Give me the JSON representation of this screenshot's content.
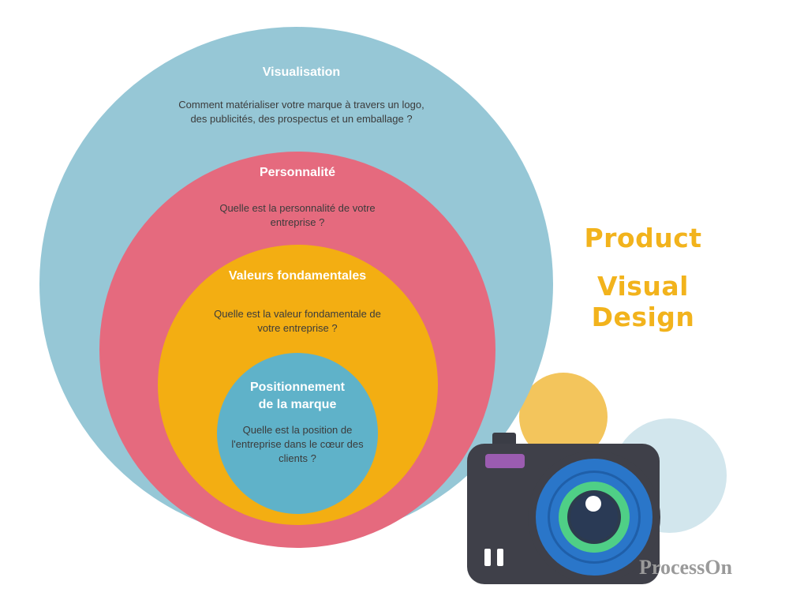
{
  "diagram": {
    "layers": [
      {
        "title": "Visualisation",
        "description_lines": [
          "Comment matérialiser votre marque à travers un logo,",
          "des publicités, des prospectus et un emballage ?"
        ],
        "color": "#96c7d6"
      },
      {
        "title": "Personnalité",
        "description_lines": [
          "Quelle est la personnalité de votre",
          "entreprise ?"
        ],
        "color": "#e56a7e"
      },
      {
        "title": "Valeurs fondamentales",
        "description_lines": [
          "Quelle est la valeur fondamentale de",
          "votre entreprise ?"
        ],
        "color": "#f3ae12"
      },
      {
        "title_lines": [
          "Positionnement",
          "de la marque"
        ],
        "description_lines": [
          "Quelle est la position de",
          "l'entreprise dans le cœur des",
          "clients ?"
        ],
        "color": "#5fb2c9"
      }
    ]
  },
  "headline": {
    "line1": "Product",
    "line2": "Visual Design",
    "color": "#f2b31c"
  },
  "decor": {
    "yellow_circle_color": "#f3c55c",
    "pale_circle_color": "#d2e6ed",
    "camera_icon": "camera-icon"
  },
  "watermark": "ProcessOn"
}
